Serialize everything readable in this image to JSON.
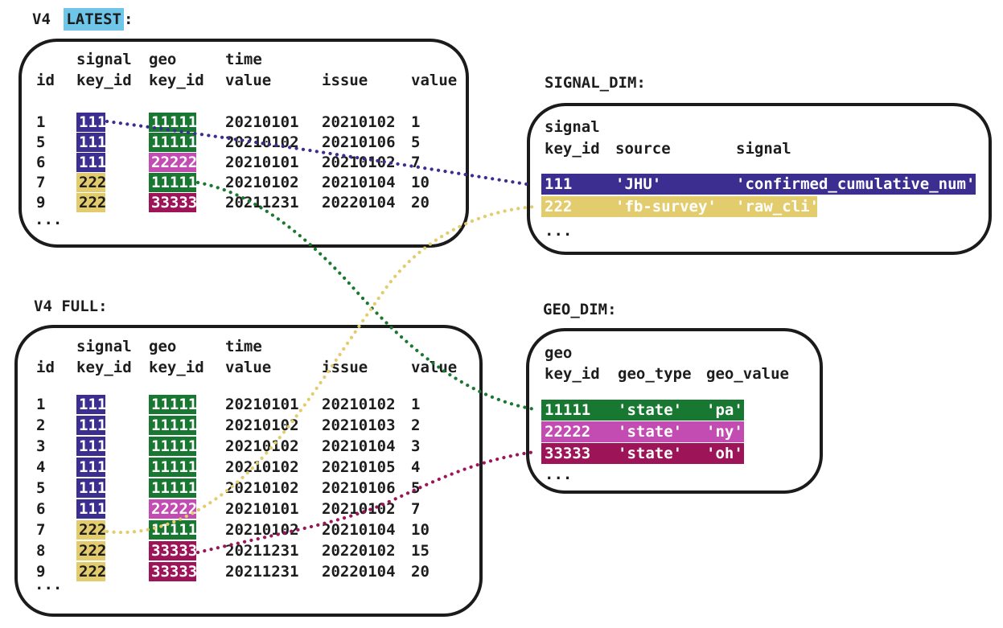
{
  "palette": {
    "purple": "#3c2d90",
    "yellow": "#e3cc6d",
    "green": "#187730",
    "pink": "#c34cb2",
    "maroon": "#9d1458",
    "highlight_blue": "#6fc6e9",
    "ink": "#1d1d1d"
  },
  "v4_latest": {
    "title_prefix": "V4 ",
    "title_highlight": "LATEST",
    "title_suffix": ":",
    "header": {
      "signal": "signal",
      "geo": "geo",
      "time": "time",
      "id": "id",
      "signal_key": "key_id",
      "geo_key": "key_id",
      "time_value": "value",
      "issue": "issue",
      "value": "value"
    },
    "rows": [
      {
        "id": "1",
        "signal_key_id": "111",
        "signal_color": "purple",
        "geo_key_id": "11111",
        "geo_color": "green",
        "time_value": "20210101",
        "issue": "20210102",
        "value": "1"
      },
      {
        "id": "5",
        "signal_key_id": "111",
        "signal_color": "purple",
        "geo_key_id": "11111",
        "geo_color": "green",
        "time_value": "20210102",
        "issue": "20210106",
        "value": "5"
      },
      {
        "id": "6",
        "signal_key_id": "111",
        "signal_color": "purple",
        "geo_key_id": "22222",
        "geo_color": "pink",
        "time_value": "20210101",
        "issue": "20210102",
        "value": "7"
      },
      {
        "id": "7",
        "signal_key_id": "222",
        "signal_color": "yellow",
        "geo_key_id": "11111",
        "geo_color": "green",
        "time_value": "20210102",
        "issue": "20210104",
        "value": "10"
      },
      {
        "id": "9",
        "signal_key_id": "222",
        "signal_color": "yellow",
        "geo_key_id": "33333",
        "geo_color": "maroon",
        "time_value": "20211231",
        "issue": "20220104",
        "value": "20"
      }
    ],
    "ellipsis": "..."
  },
  "v4_full": {
    "title": "V4 FULL:",
    "header": {
      "signal": "signal",
      "geo": "geo",
      "time": "time",
      "id": "id",
      "signal_key": "key_id",
      "geo_key": "key_id",
      "time_value": "value",
      "issue": "issue",
      "value": "value"
    },
    "rows": [
      {
        "id": "1",
        "signal_key_id": "111",
        "signal_color": "purple",
        "geo_key_id": "11111",
        "geo_color": "green",
        "time_value": "20210101",
        "issue": "20210102",
        "value": "1"
      },
      {
        "id": "2",
        "signal_key_id": "111",
        "signal_color": "purple",
        "geo_key_id": "11111",
        "geo_color": "green",
        "time_value": "20210102",
        "issue": "20210103",
        "value": "2"
      },
      {
        "id": "3",
        "signal_key_id": "111",
        "signal_color": "purple",
        "geo_key_id": "11111",
        "geo_color": "green",
        "time_value": "20210102",
        "issue": "20210104",
        "value": "3"
      },
      {
        "id": "4",
        "signal_key_id": "111",
        "signal_color": "purple",
        "geo_key_id": "11111",
        "geo_color": "green",
        "time_value": "20210102",
        "issue": "20210105",
        "value": "4"
      },
      {
        "id": "5",
        "signal_key_id": "111",
        "signal_color": "purple",
        "geo_key_id": "11111",
        "geo_color": "green",
        "time_value": "20210102",
        "issue": "20210106",
        "value": "5"
      },
      {
        "id": "6",
        "signal_key_id": "111",
        "signal_color": "purple",
        "geo_key_id": "22222",
        "geo_color": "pink",
        "time_value": "20210101",
        "issue": "20210102",
        "value": "7"
      },
      {
        "id": "7",
        "signal_key_id": "222",
        "signal_color": "yellow",
        "geo_key_id": "11111",
        "geo_color": "green",
        "time_value": "20210102",
        "issue": "20210104",
        "value": "10"
      },
      {
        "id": "8",
        "signal_key_id": "222",
        "signal_color": "yellow",
        "geo_key_id": "33333",
        "geo_color": "maroon",
        "time_value": "20211231",
        "issue": "20220102",
        "value": "15"
      },
      {
        "id": "9",
        "signal_key_id": "222",
        "signal_color": "yellow",
        "geo_key_id": "33333",
        "geo_color": "maroon",
        "time_value": "20211231",
        "issue": "20220104",
        "value": "20"
      }
    ],
    "ellipsis": "..."
  },
  "signal_dim": {
    "title": "SIGNAL_DIM:",
    "header": {
      "line1": "signal",
      "key": "key_id",
      "source": "source",
      "signal": "signal"
    },
    "rows": [
      {
        "key_id": "111",
        "source": "'JHU'",
        "signal": "'confirmed_cumulative_num'",
        "color": "purple"
      },
      {
        "key_id": "222",
        "source": "'fb-survey'",
        "signal": "'raw_cli'",
        "color": "yellow"
      }
    ],
    "ellipsis": "..."
  },
  "geo_dim": {
    "title": "GEO_DIM:",
    "header": {
      "line1": "geo",
      "key": "key_id",
      "geo_type": "geo_type",
      "geo_value": "geo_value"
    },
    "rows": [
      {
        "key_id": "11111",
        "geo_type": "'state'",
        "geo_value": "'pa'",
        "color": "green"
      },
      {
        "key_id": "22222",
        "geo_type": "'state'",
        "geo_value": "'ny'",
        "color": "pink"
      },
      {
        "key_id": "33333",
        "geo_type": "'state'",
        "geo_value": "'oh'",
        "color": "maroon"
      }
    ],
    "ellipsis": "..."
  },
  "connectors": [
    {
      "name": "latest-signal-111-to-signal-dim-111",
      "color": "purple"
    },
    {
      "name": "latest-geo-11111-to-geo-dim-11111",
      "color": "green"
    },
    {
      "name": "full-signal-222-to-signal-dim-222",
      "color": "yellow"
    },
    {
      "name": "full-geo-33333-to-geo-dim-33333",
      "color": "maroon"
    }
  ]
}
